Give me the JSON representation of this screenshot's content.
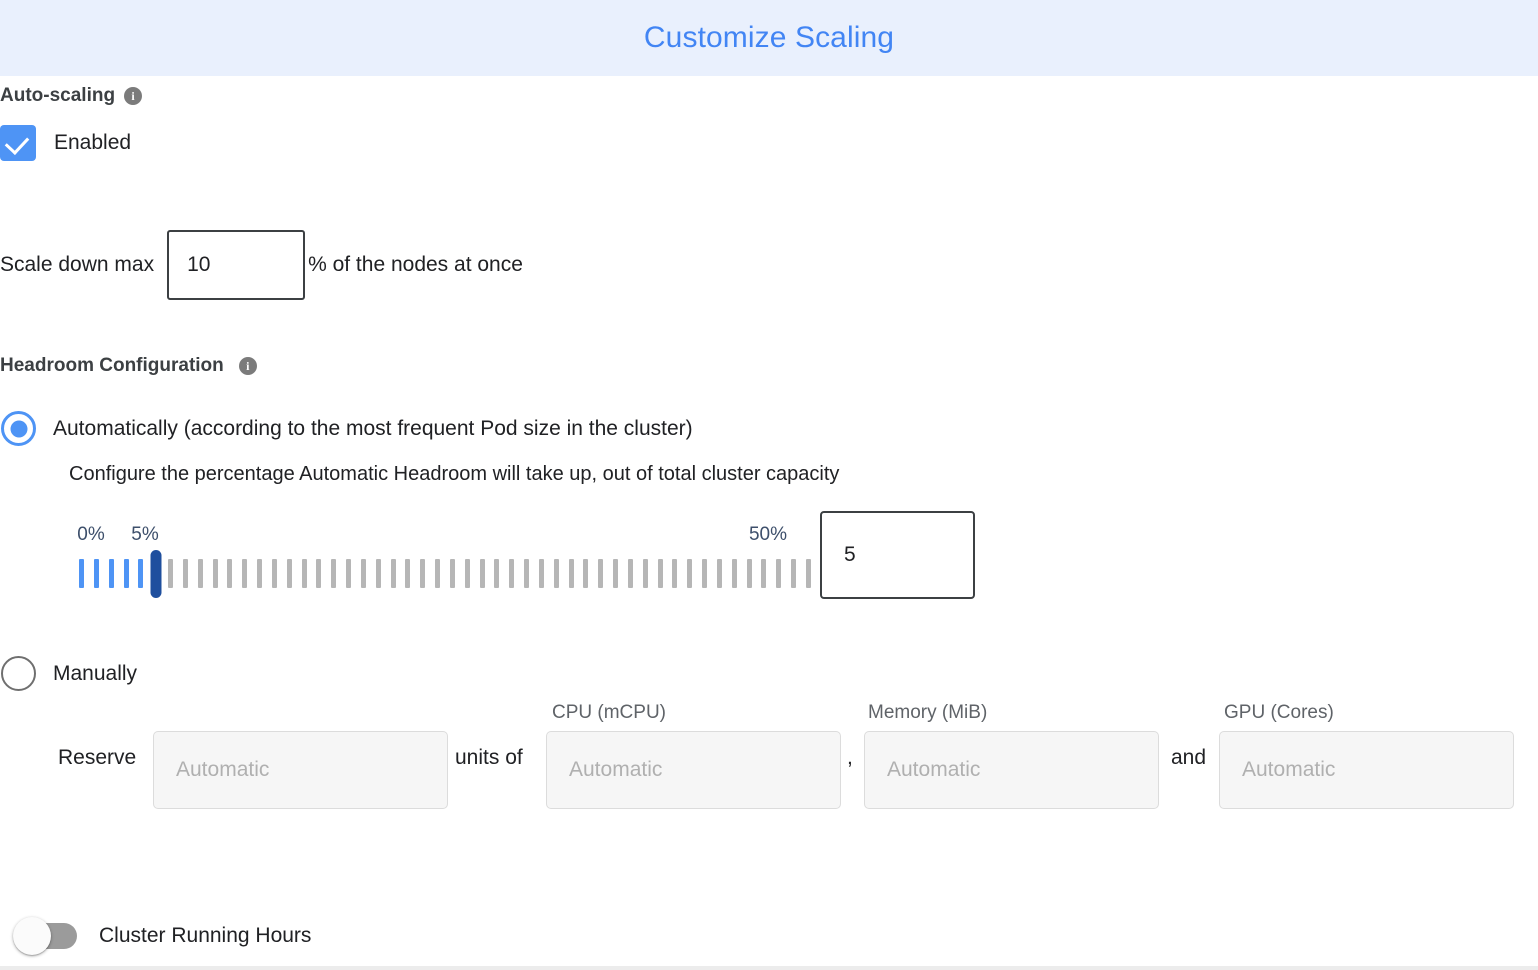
{
  "header": {
    "title": "Customize Scaling",
    "title_color": "#4285f4",
    "background": "#e9f0fd"
  },
  "autoscaling": {
    "heading": "Auto-scaling",
    "info_icon": "info-icon",
    "info_glyph": "i",
    "enabled_label": "Enabled",
    "enabled_checked": true,
    "checkbox_color": "#4e94f5"
  },
  "scale_down": {
    "label": "Scale down max",
    "value": "10",
    "suffix": "% of the nodes at once"
  },
  "headroom": {
    "heading": "Headroom Configuration",
    "info_glyph": "i",
    "option_auto": {
      "label": "Automatically (according to the most frequent Pod size in the cluster)",
      "selected": true,
      "description": "Configure the percentage Automatic Headroom will take up, out of total cluster capacity"
    },
    "option_manual": {
      "label": "Manually",
      "selected": false
    },
    "slider": {
      "min_label": "0%",
      "max_label": "50%",
      "current_label": "5%",
      "min": 0,
      "max": 50,
      "value": 5,
      "tick_count": 50,
      "filled_color": "#4e94f5",
      "empty_color": "#b6b6b6",
      "thumb_color": "#1f4f9e",
      "label_color": "#3d4f6b"
    },
    "slider_value_input": "5",
    "manual_fields": {
      "reserve_label": "Reserve",
      "units_of_label": "units of",
      "and_label": "and",
      "comma_label": ",",
      "units_placeholder": "Automatic",
      "cpu_caption": "CPU (mCPU)",
      "cpu_placeholder": "Automatic",
      "memory_caption": "Memory (MiB)",
      "memory_placeholder": "Automatic",
      "gpu_caption": "GPU (Cores)",
      "gpu_placeholder": "Automatic"
    }
  },
  "cluster_running_hours": {
    "label": "Cluster Running Hours",
    "enabled": false,
    "track_color": "#9b9b9b"
  }
}
